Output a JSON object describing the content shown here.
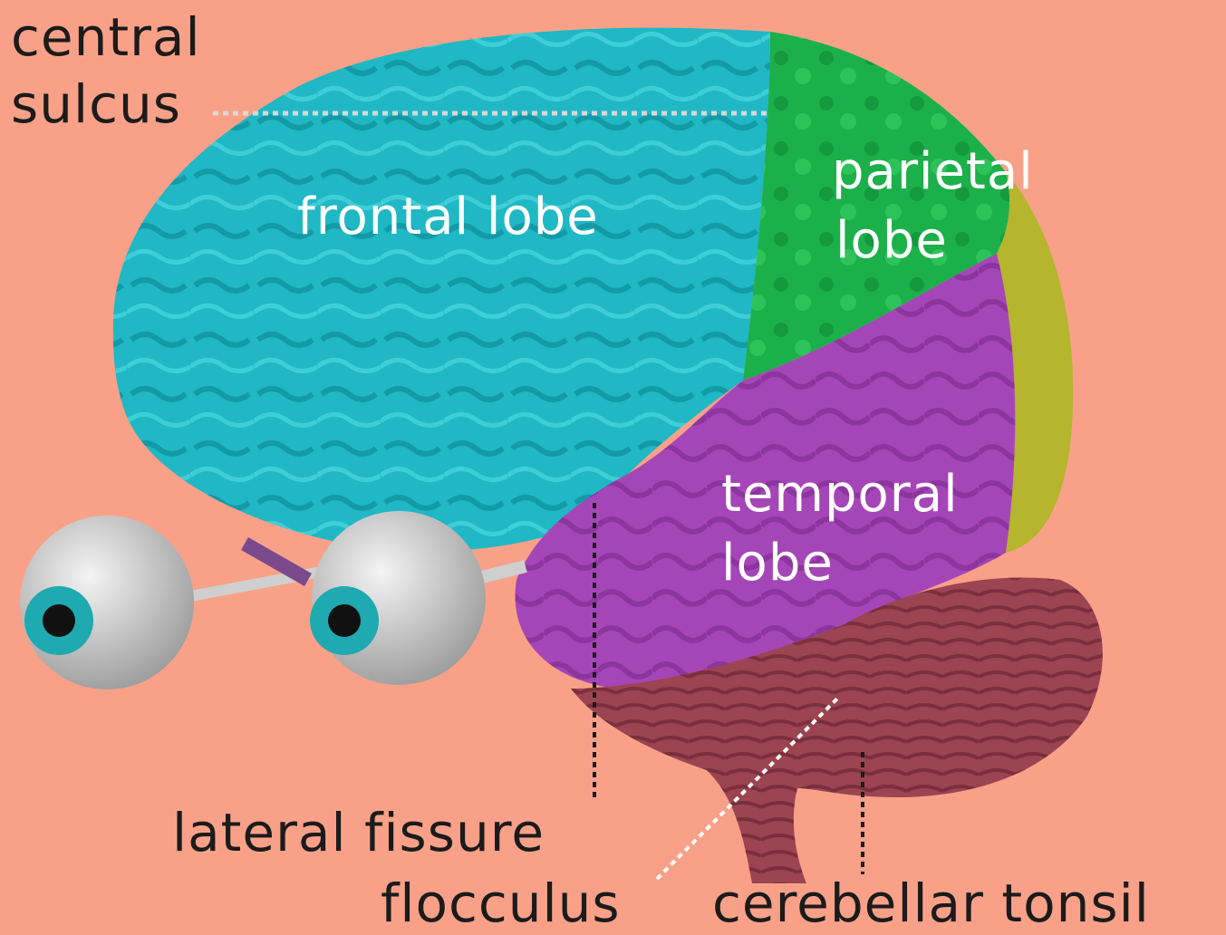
{
  "labels": {
    "central_sulcus_line1": "central",
    "central_sulcus_line2": "sulcus",
    "frontal_lobe": "frontal lobe",
    "parietal_lobe_line1": "parietal",
    "parietal_lobe_line2": "lobe",
    "temporal_lobe_line1": "temporal",
    "temporal_lobe_line2": "lobe",
    "lateral_fissure": "lateral fissure",
    "flocculus": "flocculus",
    "cerebellar_tonsil": "cerebellar tonsil"
  },
  "colors": {
    "background": "#F9A188",
    "frontal_lobe": "#1FB8C4",
    "parietal_lobe": "#1CB04A",
    "temporal_lobe": "#A546B8",
    "occipital_lobe": "#B5B52E",
    "cerebellum": "#9C4452",
    "eyes": "#D9D9D9",
    "iris": "#1FA9B0"
  }
}
